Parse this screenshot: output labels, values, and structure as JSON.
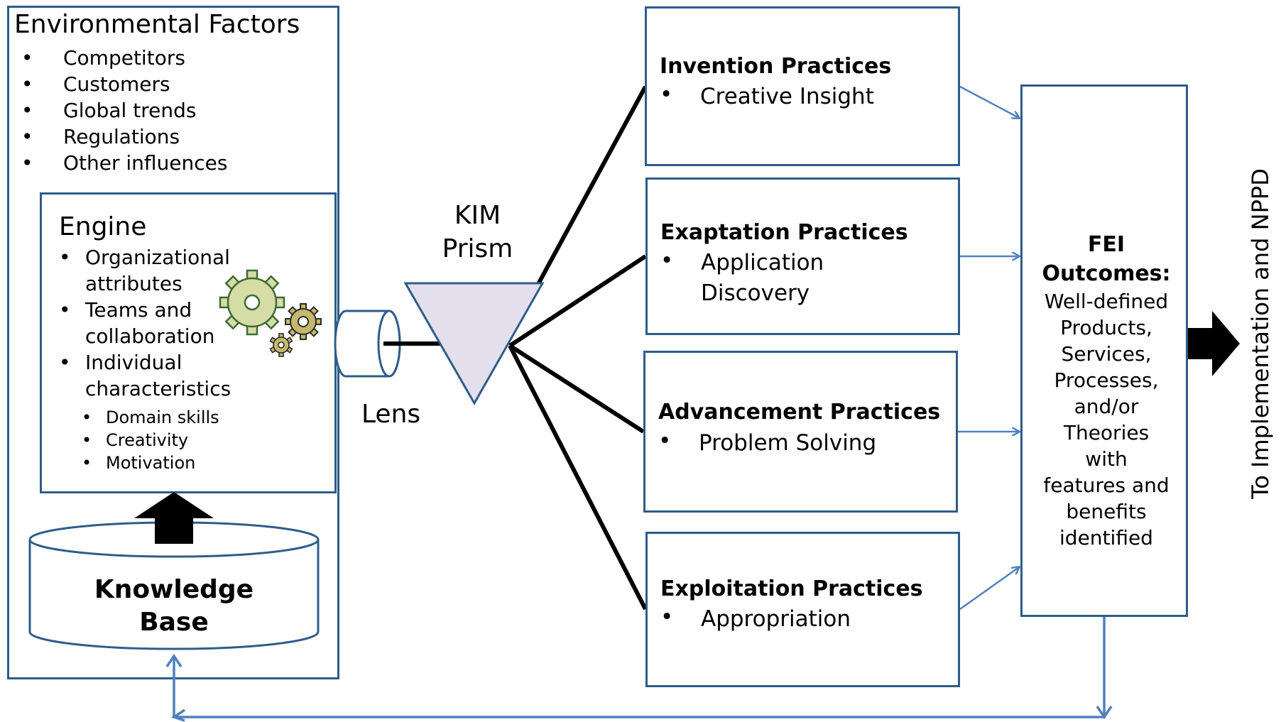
{
  "environmental_factors": {
    "title": "Environmental Factors",
    "items": [
      "Competitors",
      "Customers",
      "Global trends",
      "Regulations",
      "Other influences"
    ]
  },
  "engine": {
    "title": "Engine",
    "items": [
      "Organizational attributes",
      "Teams and collaboration",
      "Individual characteristics"
    ],
    "sub_items": [
      "Domain skills",
      "Creativity",
      "Motivation"
    ],
    "icon": "gears-icon"
  },
  "knowledge_base": {
    "label": "Knowledge Base"
  },
  "lens": {
    "label": "Lens"
  },
  "prism": {
    "label": "KIM Prism"
  },
  "practices": [
    {
      "title": "Invention Practices",
      "item": "Creative Insight"
    },
    {
      "title": "Exaptation Practices",
      "item": "Application Discovery"
    },
    {
      "title": "Advancement Practices",
      "item": "Problem Solving"
    },
    {
      "title": "Exploitation Practices",
      "item": "Appropriation"
    }
  ],
  "fei_outcomes": {
    "title": "FEI Outcomes:",
    "body": "Well-defined Products, Services, Processes, and/or Theories with features and benefits identified"
  },
  "side_label": "To Implementation and NPPD",
  "colors": {
    "box_border": "#2E5C8A",
    "arrow": "#4F81BD",
    "prism_fill": "#E4DFEC",
    "gear_fill": "#D6DCA5"
  }
}
